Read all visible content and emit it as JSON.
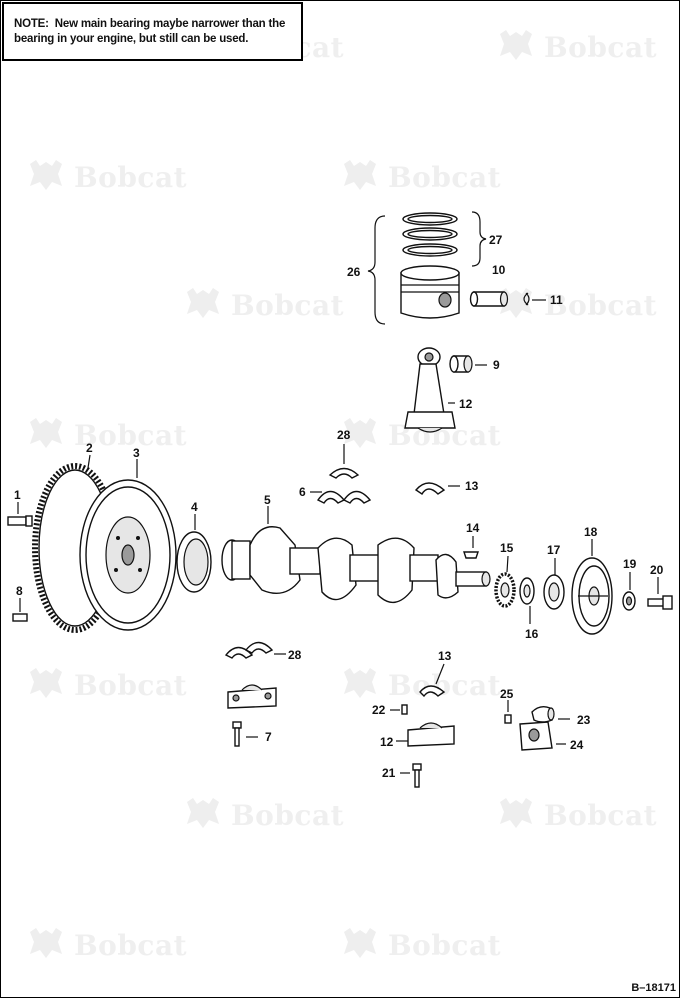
{
  "note": {
    "label": "NOTE:",
    "text": "New main bearing maybe narrower than the bearing in your engine, but still can be used."
  },
  "figure_ref": "B–18171",
  "watermark": {
    "brand": "Bobcat",
    "icon": "bobcat-logo-icon",
    "color": "#efefef"
  },
  "callouts": {
    "c1": "1",
    "c2": "2",
    "c3": "3",
    "c4": "4",
    "c5": "5",
    "c6": "6",
    "c7": "7",
    "c8": "8",
    "c9": "9",
    "c10": "10",
    "c11": "11",
    "c12a": "12",
    "c12b": "12",
    "c13a": "13",
    "c13b": "13",
    "c14": "14",
    "c15": "15",
    "c16": "16",
    "c17": "17",
    "c18": "18",
    "c19": "19",
    "c20": "20",
    "c21": "21",
    "c22": "22",
    "c23": "23",
    "c24": "24",
    "c25": "25",
    "c26": "26",
    "c27": "27",
    "c28a": "28",
    "c28b": "28"
  }
}
